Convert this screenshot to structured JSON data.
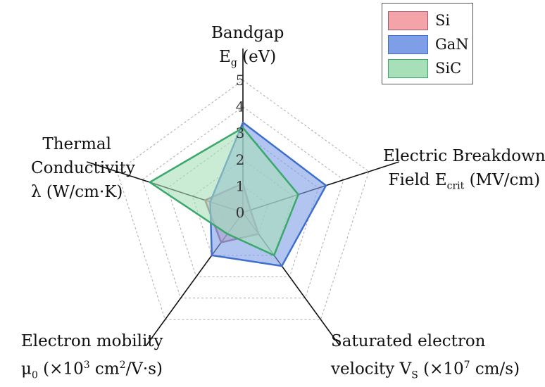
{
  "chart_data": {
    "type": "radar",
    "scale": [
      0,
      5
    ],
    "ticks": [
      "0",
      "1",
      "2",
      "3",
      "4",
      "5"
    ],
    "grid": true,
    "legend_position": "top-right",
    "axes": [
      {
        "key": "bandgap",
        "lines": [
          [
            "Bandgap"
          ],
          [
            "E",
            {
              "sub": "g"
            },
            " (eV)"
          ]
        ]
      },
      {
        "key": "breakdown",
        "lines": [
          [
            "Electric Breakdown"
          ],
          [
            "Field E",
            {
              "sub": "crit"
            },
            " (MV/cm)"
          ]
        ]
      },
      {
        "key": "velocity",
        "lines": [
          [
            "Saturated electron"
          ],
          [
            "velocity V",
            {
              "sub": "S"
            },
            " (×10",
            {
              "sup": "7"
            },
            " cm/s)"
          ]
        ]
      },
      {
        "key": "mobility",
        "lines": [
          [
            "Electron mobility"
          ],
          [
            "μ",
            {
              "sub": "0"
            },
            " (×10",
            {
              "sup": "3"
            },
            " cm",
            {
              "sup": "2"
            },
            "/V·s)"
          ]
        ]
      },
      {
        "key": "thermal",
        "lines": [
          [
            "Thermal"
          ],
          [
            "Conductivity"
          ],
          [
            "λ (W/cm·K)"
          ]
        ]
      }
    ],
    "series": [
      {
        "name": "Si",
        "color": "#f4a3a8",
        "stroke": "#a05a6e",
        "values": [
          1.1,
          0.3,
          1.0,
          1.4,
          1.5
        ]
      },
      {
        "name": "GaN",
        "color": "#7f9ee8",
        "stroke": "#3f6fce",
        "values": [
          3.4,
          3.3,
          2.5,
          2.0,
          1.3
        ]
      },
      {
        "name": "SiC",
        "color": "#a6dfb8",
        "stroke": "#39a86a",
        "values": [
          3.2,
          2.2,
          2.0,
          1.0,
          3.7
        ]
      }
    ]
  }
}
